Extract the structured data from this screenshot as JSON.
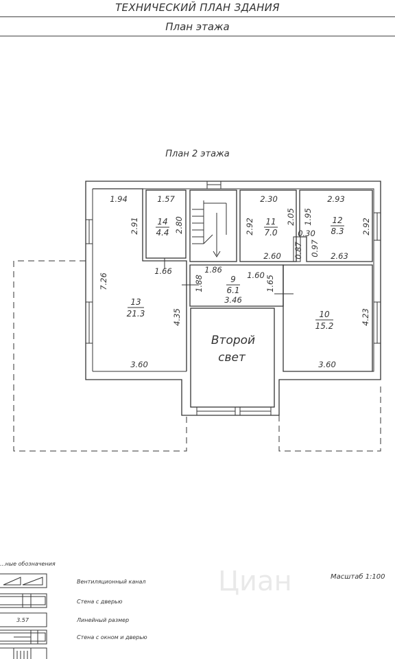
{
  "header": {
    "title": "ТЕХНИЧЕСКИЙ ПЛАН ЗДАНИЯ",
    "subtitle": "План этажа"
  },
  "plan": {
    "floor_title": "План 2 этажа",
    "second_light": {
      "line1": "Второй",
      "line2": "свет"
    },
    "rooms": [
      {
        "number": "13",
        "area": "21.3"
      },
      {
        "number": "14",
        "area": "4.4"
      },
      {
        "number": "11",
        "area": "7.0"
      },
      {
        "number": "12",
        "area": "8.3"
      },
      {
        "number": "9",
        "area": "6.1"
      },
      {
        "number": "10",
        "area": "15.2"
      }
    ],
    "dimensions": {
      "d194": "1.94",
      "d157": "1.57",
      "d230": "2.30",
      "d293": "2.93",
      "d291": "2.91",
      "d280": "2.80",
      "d292a": "2.92",
      "d205": "2.05",
      "d195": "1.95",
      "d292b": "2.92",
      "d030": "0.30",
      "d087": "0.87",
      "d097": "0.97",
      "d260": "2.60",
      "d263": "2.63",
      "d726": "7.26",
      "d166": "1.66",
      "d186": "1.86",
      "d160": "1.60",
      "d188": "1.88",
      "d165": "1.65",
      "d346": "3.46",
      "d435": "4.35",
      "d423": "4.23",
      "d360a": "3.60",
      "d360b": "3.60"
    }
  },
  "legend": {
    "title": "...ные обозначения",
    "items": [
      "Вентиляционный канал",
      "Стена с дверью",
      "Линейный размер",
      "Стена с окном и дверью"
    ],
    "dim_sample": "3.57"
  },
  "scale": "Масштаб 1:100",
  "watermark": "Циан"
}
